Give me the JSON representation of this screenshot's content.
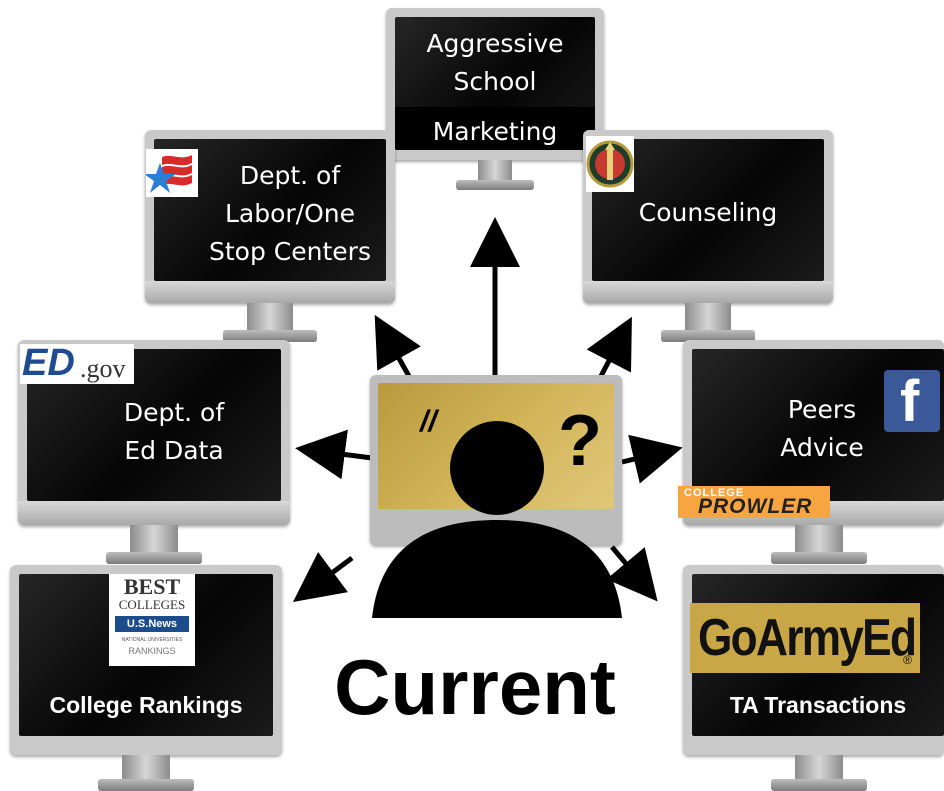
{
  "center": {
    "label": "Current",
    "screen_marks": "//",
    "question_mark": "?",
    "screen_color": "#c8a94e"
  },
  "monitors": {
    "marketing": {
      "line1": "Aggressive",
      "line2": "School",
      "line3": "Marketing"
    },
    "labor": {
      "line1": "Dept. of",
      "line2": "Labor/One",
      "line3": "Stop Centers"
    },
    "counseling": {
      "line1": "Counseling"
    },
    "ed_data": {
      "line1": "Dept. of",
      "line2": "Ed Data"
    },
    "peers": {
      "line1": "Peers",
      "line2": "Advice"
    },
    "rankings": {
      "line1": "College Rankings"
    },
    "ta": {
      "line1": "TA Transactions"
    }
  },
  "logos": {
    "edgov": {
      "ed": "ED",
      "gov": ".gov"
    },
    "facebook": {
      "letter": "f"
    },
    "prowler": {
      "top": "COLLEGE",
      "main": "PROWLER"
    },
    "best_colleges": {
      "best": "BEST",
      "colleges": "COLLEGES",
      "brand": "U.S.News",
      "sub1": "NATIONAL UNIVERSITIES",
      "sub2": "RANKINGS"
    },
    "goarmyed": {
      "text": "GoArmyEd",
      "mark": "®"
    }
  },
  "colors": {
    "screen_dark": "#0a0a0a",
    "bezel": "#c9c9c9",
    "facebook_blue": "#3b5998",
    "prowler_orange": "#f7a540",
    "edgov_blue": "#1f4c8f",
    "goarmyed_gold": "#c9a646"
  }
}
